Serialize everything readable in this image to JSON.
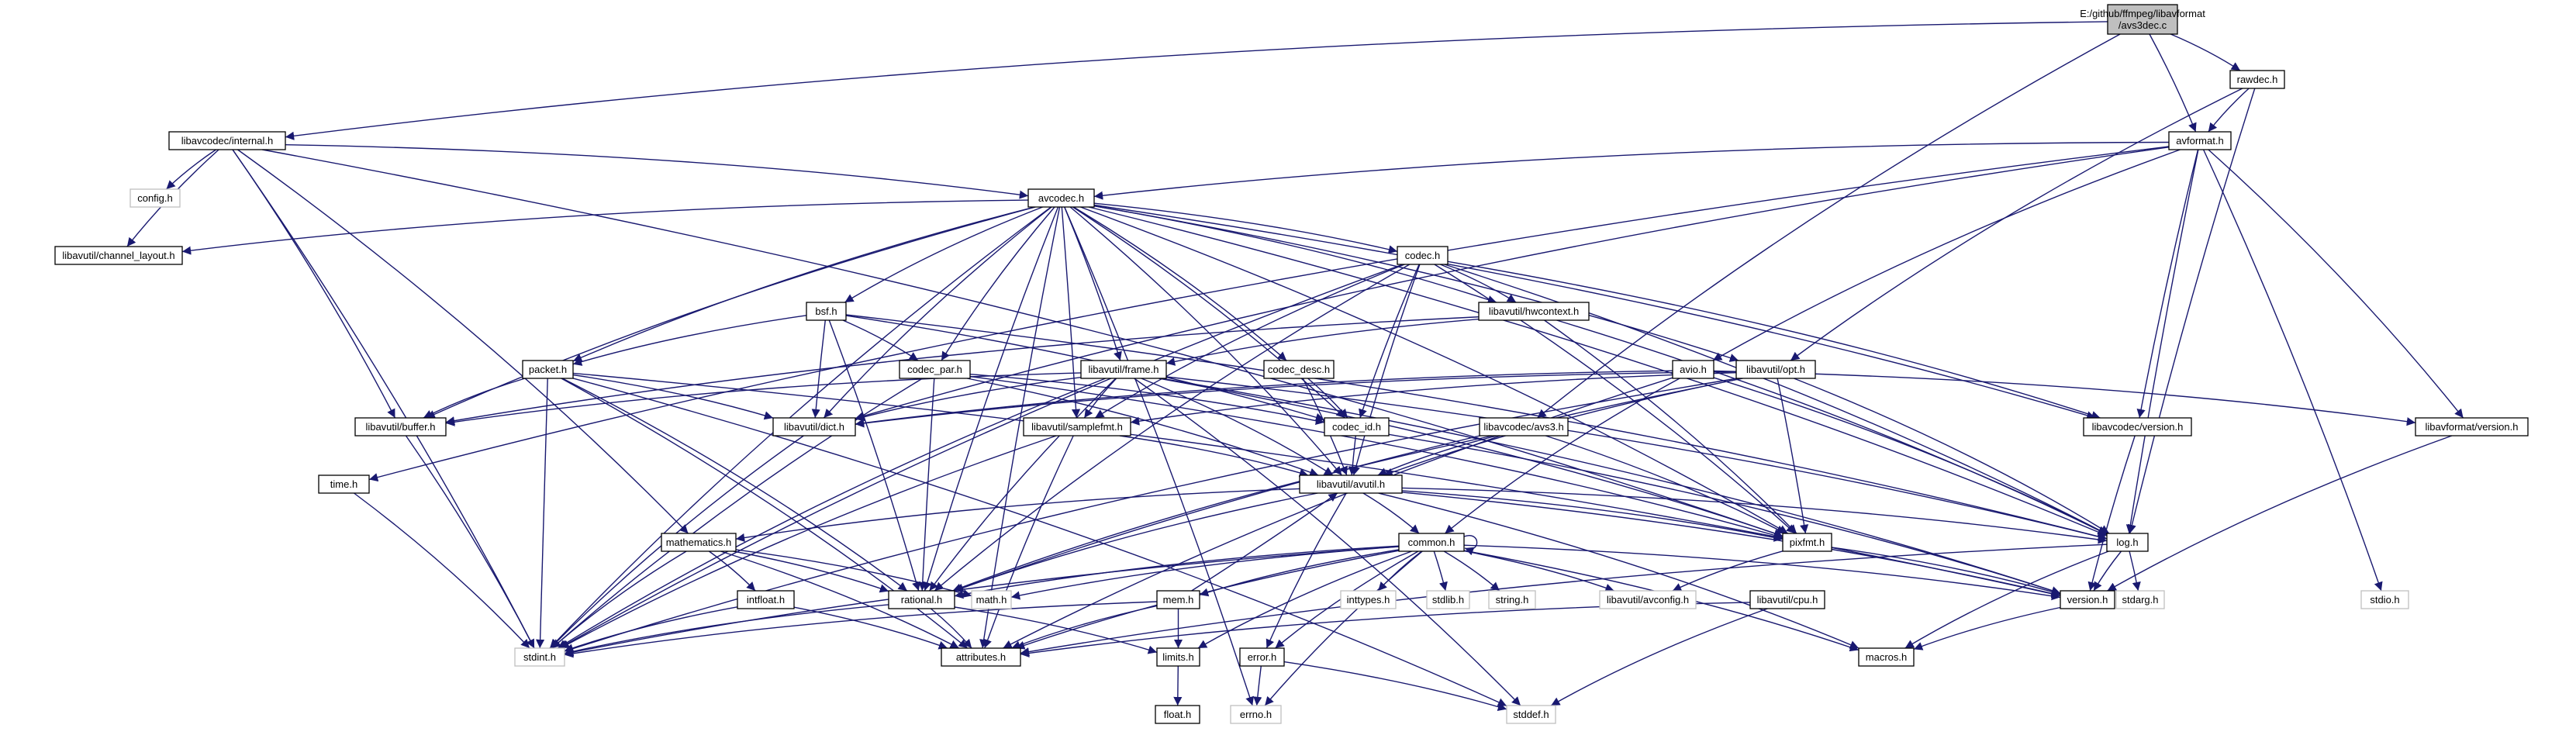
{
  "diagram": {
    "root": "E:/github/ffmpeg/libavformat/avs3dec.c",
    "nodes": [
      {
        "id": "root",
        "label": [
          "E:/github/ffmpeg/libavformat",
          "/avs3dec.c"
        ],
        "kind": "root"
      },
      {
        "id": "rawdec",
        "label": [
          "rawdec.h"
        ],
        "kind": "file"
      },
      {
        "id": "avformat",
        "label": [
          "avformat.h"
        ],
        "kind": "file"
      },
      {
        "id": "internal",
        "label": [
          "libavcodec/internal.h"
        ],
        "kind": "file"
      },
      {
        "id": "config",
        "label": [
          "config.h"
        ],
        "kind": "external"
      },
      {
        "id": "avcodec",
        "label": [
          "avcodec.h"
        ],
        "kind": "file"
      },
      {
        "id": "chlayout",
        "label": [
          "libavutil/channel_layout.h"
        ],
        "kind": "file"
      },
      {
        "id": "codec",
        "label": [
          "codec.h"
        ],
        "kind": "file"
      },
      {
        "id": "bsf",
        "label": [
          "bsf.h"
        ],
        "kind": "file"
      },
      {
        "id": "hwcontext",
        "label": [
          "libavutil/hwcontext.h"
        ],
        "kind": "file"
      },
      {
        "id": "packet",
        "label": [
          "packet.h"
        ],
        "kind": "file"
      },
      {
        "id": "codec_par",
        "label": [
          "codec_par.h"
        ],
        "kind": "file"
      },
      {
        "id": "frame",
        "label": [
          "libavutil/frame.h"
        ],
        "kind": "file"
      },
      {
        "id": "codec_desc",
        "label": [
          "codec_desc.h"
        ],
        "kind": "file"
      },
      {
        "id": "avio",
        "label": [
          "avio.h"
        ],
        "kind": "file"
      },
      {
        "id": "opt",
        "label": [
          "libavutil/opt.h"
        ],
        "kind": "file"
      },
      {
        "id": "buffer",
        "label": [
          "libavutil/buffer.h"
        ],
        "kind": "file"
      },
      {
        "id": "dict",
        "label": [
          "libavutil/dict.h"
        ],
        "kind": "file"
      },
      {
        "id": "samplefmt",
        "label": [
          "libavutil/samplefmt.h"
        ],
        "kind": "file"
      },
      {
        "id": "codec_id",
        "label": [
          "codec_id.h"
        ],
        "kind": "file"
      },
      {
        "id": "avs3",
        "label": [
          "libavcodec/avs3.h"
        ],
        "kind": "file"
      },
      {
        "id": "lcversion",
        "label": [
          "libavcodec/version.h"
        ],
        "kind": "file"
      },
      {
        "id": "lfversion",
        "label": [
          "libavformat/version.h"
        ],
        "kind": "file"
      },
      {
        "id": "time",
        "label": [
          "time.h"
        ],
        "kind": "file"
      },
      {
        "id": "avutil",
        "label": [
          "libavutil/avutil.h"
        ],
        "kind": "file"
      },
      {
        "id": "mathematics",
        "label": [
          "mathematics.h"
        ],
        "kind": "file"
      },
      {
        "id": "common",
        "label": [
          "common.h"
        ],
        "kind": "file"
      },
      {
        "id": "pixfmt",
        "label": [
          "pixfmt.h"
        ],
        "kind": "file"
      },
      {
        "id": "log",
        "label": [
          "log.h"
        ],
        "kind": "file"
      },
      {
        "id": "intfloat",
        "label": [
          "intfloat.h"
        ],
        "kind": "file"
      },
      {
        "id": "rational",
        "label": [
          "rational.h"
        ],
        "kind": "file"
      },
      {
        "id": "math",
        "label": [
          "math.h"
        ],
        "kind": "external"
      },
      {
        "id": "inttypes",
        "label": [
          "inttypes.h"
        ],
        "kind": "external"
      },
      {
        "id": "stdlib",
        "label": [
          "stdlib.h"
        ],
        "kind": "external"
      },
      {
        "id": "string",
        "label": [
          "string.h"
        ],
        "kind": "external"
      },
      {
        "id": "avconfig",
        "label": [
          "libavutil/avconfig.h"
        ],
        "kind": "external"
      },
      {
        "id": "mem",
        "label": [
          "mem.h"
        ],
        "kind": "file"
      },
      {
        "id": "version",
        "label": [
          "version.h"
        ],
        "kind": "file"
      },
      {
        "id": "stdio",
        "label": [
          "stdio.h"
        ],
        "kind": "external"
      },
      {
        "id": "cpu",
        "label": [
          "libavutil/cpu.h"
        ],
        "kind": "file"
      },
      {
        "id": "stdarg",
        "label": [
          "stdarg.h"
        ],
        "kind": "external"
      },
      {
        "id": "stdint",
        "label": [
          "stdint.h"
        ],
        "kind": "external"
      },
      {
        "id": "attributes",
        "label": [
          "attributes.h"
        ],
        "kind": "file"
      },
      {
        "id": "limits",
        "label": [
          "limits.h"
        ],
        "kind": "file"
      },
      {
        "id": "error",
        "label": [
          "error.h"
        ],
        "kind": "file"
      },
      {
        "id": "macros",
        "label": [
          "macros.h"
        ],
        "kind": "file"
      },
      {
        "id": "float",
        "label": [
          "float.h"
        ],
        "kind": "file"
      },
      {
        "id": "errno",
        "label": [
          "errno.h"
        ],
        "kind": "external"
      },
      {
        "id": "stddef",
        "label": [
          "stddef.h"
        ],
        "kind": "external"
      }
    ],
    "edges": [
      [
        "root",
        "rawdec"
      ],
      [
        "root",
        "avformat"
      ],
      [
        "root",
        "internal"
      ],
      [
        "root",
        "avs3"
      ],
      [
        "rawdec",
        "avformat"
      ],
      [
        "rawdec",
        "opt"
      ],
      [
        "rawdec",
        "log"
      ],
      [
        "internal",
        "config"
      ],
      [
        "internal",
        "avcodec"
      ],
      [
        "internal",
        "chlayout"
      ],
      [
        "internal",
        "buffer"
      ],
      [
        "internal",
        "mathematics"
      ],
      [
        "internal",
        "pixfmt"
      ],
      [
        "internal",
        "stdint"
      ],
      [
        "avformat",
        "avcodec"
      ],
      [
        "avformat",
        "avio"
      ],
      [
        "avformat",
        "lfversion"
      ],
      [
        "avformat",
        "time"
      ],
      [
        "avformat",
        "dict"
      ],
      [
        "avformat",
        "log"
      ],
      [
        "avformat",
        "stdio"
      ],
      [
        "avformat",
        "lcversion"
      ],
      [
        "avcodec",
        "chlayout"
      ],
      [
        "avcodec",
        "codec"
      ],
      [
        "avcodec",
        "bsf"
      ],
      [
        "avcodec",
        "hwcontext"
      ],
      [
        "avcodec",
        "packet"
      ],
      [
        "avcodec",
        "codec_par"
      ],
      [
        "avcodec",
        "frame"
      ],
      [
        "avcodec",
        "codec_desc"
      ],
      [
        "avcodec",
        "buffer"
      ],
      [
        "avcodec",
        "dict"
      ],
      [
        "avcodec",
        "samplefmt"
      ],
      [
        "avcodec",
        "codec_id"
      ],
      [
        "avcodec",
        "lcversion"
      ],
      [
        "avcodec",
        "avutil"
      ],
      [
        "avcodec",
        "attributes"
      ],
      [
        "avcodec",
        "log"
      ],
      [
        "avcodec",
        "pixfmt"
      ],
      [
        "avcodec",
        "rational"
      ],
      [
        "avcodec",
        "errno"
      ],
      [
        "avcodec",
        "stdint"
      ],
      [
        "avcodec",
        "opt"
      ],
      [
        "codec",
        "hwcontext"
      ],
      [
        "codec",
        "samplefmt"
      ],
      [
        "codec",
        "codec_id"
      ],
      [
        "codec",
        "avutil"
      ],
      [
        "codec",
        "log"
      ],
      [
        "codec",
        "pixfmt"
      ],
      [
        "codec",
        "rational"
      ],
      [
        "codec",
        "lcversion"
      ],
      [
        "codec",
        "stdint"
      ],
      [
        "bsf",
        "packet"
      ],
      [
        "bsf",
        "codec_par"
      ],
      [
        "bsf",
        "codec_id"
      ],
      [
        "bsf",
        "dict"
      ],
      [
        "bsf",
        "log"
      ],
      [
        "bsf",
        "rational"
      ],
      [
        "hwcontext",
        "frame"
      ],
      [
        "hwcontext",
        "buffer"
      ],
      [
        "hwcontext",
        "pixfmt"
      ],
      [
        "hwcontext",
        "log"
      ],
      [
        "packet",
        "buffer"
      ],
      [
        "packet",
        "dict"
      ],
      [
        "packet",
        "rational"
      ],
      [
        "packet",
        "attributes"
      ],
      [
        "packet",
        "version"
      ],
      [
        "packet",
        "stddef"
      ],
      [
        "packet",
        "stdint"
      ],
      [
        "codec_par",
        "codec_id"
      ],
      [
        "codec_par",
        "avutil"
      ],
      [
        "codec_par",
        "pixfmt"
      ],
      [
        "codec_par",
        "rational"
      ],
      [
        "codec_par",
        "stdint"
      ],
      [
        "frame",
        "buffer"
      ],
      [
        "frame",
        "dict"
      ],
      [
        "frame",
        "samplefmt"
      ],
      [
        "frame",
        "avutil"
      ],
      [
        "frame",
        "rational"
      ],
      [
        "frame",
        "pixfmt"
      ],
      [
        "frame",
        "log"
      ],
      [
        "frame",
        "version"
      ],
      [
        "frame",
        "stddef"
      ],
      [
        "frame",
        "stdint"
      ],
      [
        "codec_desc",
        "codec_id"
      ],
      [
        "codec_desc",
        "avutil"
      ],
      [
        "avio",
        "dict"
      ],
      [
        "avio",
        "log"
      ],
      [
        "avio",
        "common"
      ],
      [
        "avio",
        "attributes"
      ],
      [
        "avio",
        "lfversion"
      ],
      [
        "opt",
        "dict"
      ],
      [
        "opt",
        "samplefmt"
      ],
      [
        "opt",
        "avutil"
      ],
      [
        "opt",
        "pixfmt"
      ],
      [
        "opt",
        "log"
      ],
      [
        "opt",
        "rational"
      ],
      [
        "opt",
        "stdint"
      ],
      [
        "buffer",
        "stdint"
      ],
      [
        "dict",
        "stdint"
      ],
      [
        "samplefmt",
        "avutil"
      ],
      [
        "samplefmt",
        "attributes"
      ],
      [
        "samplefmt",
        "stdint"
      ],
      [
        "codec_id",
        "avutil"
      ],
      [
        "codec_id",
        "version"
      ],
      [
        "avs3",
        "avutil"
      ],
      [
        "avs3",
        "pixfmt"
      ],
      [
        "avs3",
        "rational"
      ],
      [
        "lcversion",
        "version"
      ],
      [
        "lfversion",
        "version"
      ],
      [
        "time",
        "stdint"
      ],
      [
        "avutil",
        "common"
      ],
      [
        "avutil",
        "mathematics"
      ],
      [
        "avutil",
        "pixfmt"
      ],
      [
        "avutil",
        "log"
      ],
      [
        "avutil",
        "rational"
      ],
      [
        "avutil",
        "version"
      ],
      [
        "avutil",
        "error"
      ],
      [
        "avutil",
        "macros"
      ],
      [
        "mathematics",
        "intfloat"
      ],
      [
        "mathematics",
        "rational"
      ],
      [
        "mathematics",
        "attributes"
      ],
      [
        "mathematics",
        "math"
      ],
      [
        "mathematics",
        "stdint"
      ],
      [
        "common",
        "common"
      ],
      [
        "common",
        "inttypes"
      ],
      [
        "common",
        "stdlib"
      ],
      [
        "common",
        "string"
      ],
      [
        "common",
        "avconfig"
      ],
      [
        "common",
        "math"
      ],
      [
        "common",
        "mem"
      ],
      [
        "common",
        "attributes"
      ],
      [
        "common",
        "error"
      ],
      [
        "common",
        "macros"
      ],
      [
        "common",
        "version"
      ],
      [
        "common",
        "limits"
      ],
      [
        "common",
        "errno"
      ],
      [
        "common",
        "stdint"
      ],
      [
        "common",
        "rational"
      ],
      [
        "pixfmt",
        "avconfig"
      ],
      [
        "pixfmt",
        "version"
      ],
      [
        "log",
        "version"
      ],
      [
        "log",
        "macros"
      ],
      [
        "log",
        "stdarg"
      ],
      [
        "log",
        "attributes"
      ],
      [
        "intfloat",
        "attributes"
      ],
      [
        "intfloat",
        "stdint"
      ],
      [
        "rational",
        "attributes"
      ],
      [
        "rational",
        "limits"
      ],
      [
        "rational",
        "stdint"
      ],
      [
        "mem",
        "limits"
      ],
      [
        "mem",
        "stdint"
      ],
      [
        "mem",
        "attributes"
      ],
      [
        "mem",
        "avutil"
      ],
      [
        "error",
        "errno"
      ],
      [
        "error",
        "stddef"
      ],
      [
        "cpu",
        "attributes"
      ],
      [
        "cpu",
        "stddef"
      ],
      [
        "version",
        "macros"
      ],
      [
        "limits",
        "float"
      ]
    ]
  }
}
